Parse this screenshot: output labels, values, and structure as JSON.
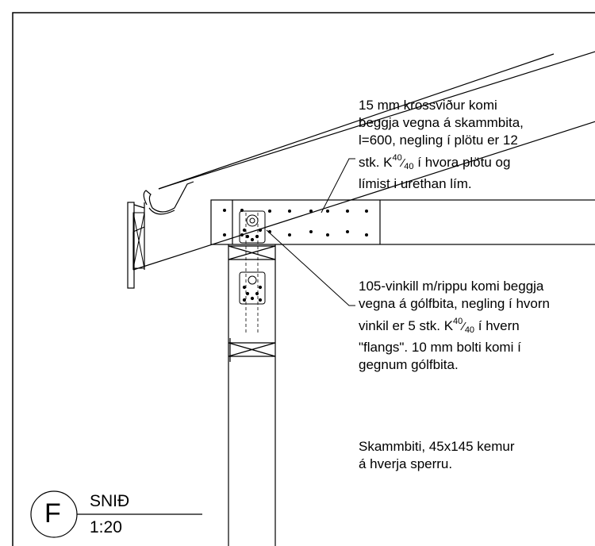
{
  "notes": {
    "plywood": {
      "l1": "15 mm krossviður komi",
      "l2": "beggja vegna á skammbita,",
      "l3": "l=600, negling í plötu er 12",
      "l4_a": "stk. K",
      "l4_sup": "40",
      "l4_slash": "⁄",
      "l4_sub": "40",
      "l4_b": " í hvora plötu og",
      "l5": "límist i urethan lím."
    },
    "bracket": {
      "l1": "105-vinkill m/rippu komi beggja",
      "l2": "vegna á gólfbita, negling í hvorn",
      "l3_a": "vinkil er 5 stk. K",
      "l3_sup": "40",
      "l3_slash": "⁄",
      "l3_sub": "40",
      "l3_b": " í hvern",
      "l4": "\"flangs\". 10 mm bolti komi í",
      "l5": "gegnum gólfbita."
    },
    "collar": {
      "l1": "Skammbiti, 45x145 kemur",
      "l2": "á hverja sperru."
    }
  },
  "title_block": {
    "letter": "F",
    "name": "SNIÐ",
    "scale": "1:20"
  }
}
